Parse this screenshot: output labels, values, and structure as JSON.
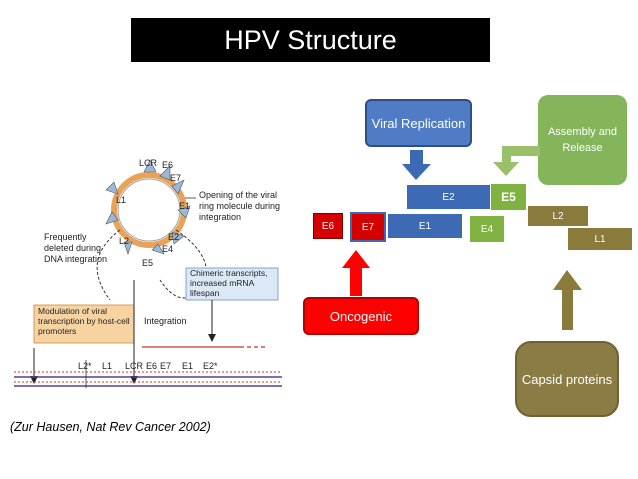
{
  "title": "HPV Structure",
  "right_diagram": {
    "viral_replication": "Viral Replication",
    "assembly_release": "Assembly and Release",
    "oncogenic": "Oncogenic",
    "capsid": "Capsid proteins",
    "genes": {
      "E6": "E6",
      "E7": "E7",
      "E1": "E1",
      "E2": "E2",
      "E4": "E4",
      "E5": "E5",
      "L2": "L2",
      "L1": "L1"
    }
  },
  "left_figure": {
    "ring_labels": {
      "LCR": "LCR",
      "E6": "E6",
      "E7": "E7",
      "E1": "E1",
      "E2": "E2",
      "E4": "E4",
      "E5": "E5",
      "L2": "L2",
      "L1": "L1"
    },
    "opening_text": "Opening of the viral ring molecule during integration",
    "deleted_text": "Frequently deleted during DNA integration",
    "chimeric_text": "Chimeric transcripts, increased mRNA lifespan",
    "modulation_text": "Modulation of viral transcription by host-cell promoters",
    "integration_text": "Integration",
    "linear_labels": [
      "L2*",
      "L1",
      "LCR",
      "E6",
      "E7",
      "E1",
      "E2*"
    ]
  },
  "citation": "(Zur Hausen, Nat Rev Cancer 2002)"
}
